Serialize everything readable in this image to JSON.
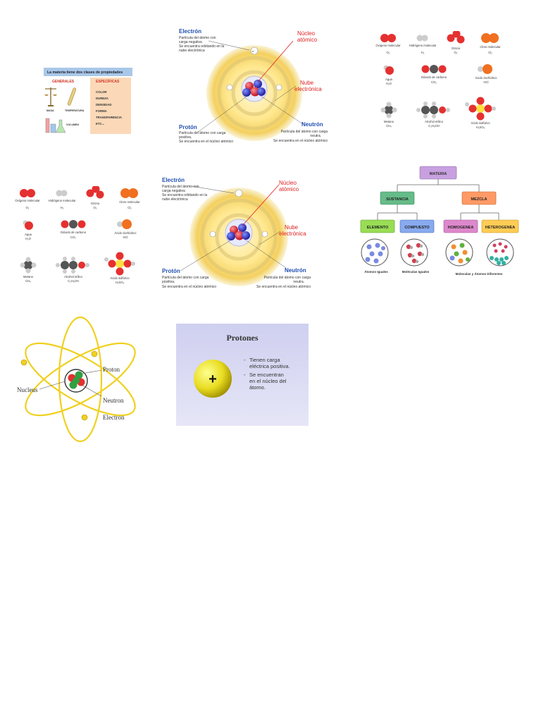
{
  "properties": {
    "title": "La materia tiene dos clases de propiedades",
    "general_head": "GENERALES",
    "specific_head": "ESPECÍFICAS",
    "masa": "MASA",
    "temperatura": "TEMPERATURA",
    "volumen": "VOLUMEN",
    "specific_items": [
      "COLOR",
      "DUREZA",
      "DENSIDAD",
      "FORMA",
      "TRANSPARENCIA",
      "ETC..."
    ]
  },
  "atom": {
    "electron_title": "Electrón",
    "electron_desc": [
      "Partícula del átomo con",
      "carga negativa",
      "Se encuentra orbitando en la",
      "nube electrónica"
    ],
    "nucleo": [
      "Núcleo",
      "atómico"
    ],
    "nube": [
      "Nube",
      "electrónica"
    ],
    "proton_title": "Protón",
    "proton_desc": [
      "Partícula del átomo con carga",
      "positiva.",
      "Se encuentra en el núcleo atómico"
    ],
    "neutron_title": "Neutrón",
    "neutron_desc": [
      "Partícula del átomo con carga",
      "neutra.",
      "Se encuentra en el núcleo atómico"
    ],
    "electron_sym": "e⁻"
  },
  "molecules": {
    "items": [
      {
        "name": "Oxígeno molecular",
        "formula": "O₂"
      },
      {
        "name": "Hidrógeno molecular",
        "formula": "H₂"
      },
      {
        "name": "Ozono",
        "formula": "O₃"
      },
      {
        "name": "Cloro molecular",
        "formula": "Cl₂"
      },
      {
        "name": "Agua",
        "formula": "H₂O"
      },
      {
        "name": "Dióxido de carbono",
        "formula": "CO₂"
      },
      {
        "name": "Ácido clorhídrico",
        "formula": "HCl"
      },
      {
        "name": "Metano",
        "formula": "CH₄"
      },
      {
        "name": "Alcohol etílico",
        "formula": "C₂H₅OH"
      },
      {
        "name": "Ácido sulfúrico",
        "formula": "H₂SO₄"
      }
    ]
  },
  "matter": {
    "materia": "MATERIA",
    "sustancia": "SUSTANCIA",
    "mezcla": "MEZCLA",
    "elemento": "ELEMENTO",
    "compuesto": "COMPUESTO",
    "homogenea": "HOMOGENEA",
    "heterogenea": "HETEROGENEA",
    "atomos_iguales": "Átomos Iguales",
    "moleculas_iguales": "Moléculas Iguales",
    "moleculas_diferentes": "Moleculas y Átomos Diferentes"
  },
  "bohr": {
    "proton": "Proton",
    "nucleus": "Nucleus",
    "neutron": "Neutron",
    "electron": "Electron"
  },
  "protones": {
    "title": "Protones",
    "bullet1": [
      "Tienen carga",
      "eléctrica positiva."
    ],
    "bullet2": [
      "Se encuentran",
      "en el núcleo del",
      "átomo."
    ],
    "symbol": "+"
  },
  "colors": {
    "oxygen": "#e53030",
    "hydrogen": "#cccccc",
    "chlorine": "#f07020",
    "carbon": "#555555",
    "sulfur": "#ffe040",
    "materia_box": "#c8a0e0",
    "sustancia_box": "#66bb88",
    "mezcla_box": "#ff9a66",
    "elemento_box": "#99dd55",
    "compuesto_box": "#88aaee",
    "homogenea_box": "#dd88cc",
    "heterogenea_box": "#ffcc55"
  }
}
